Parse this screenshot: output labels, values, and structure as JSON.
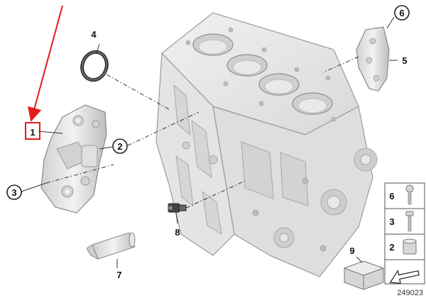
{
  "callouts": {
    "c1": "1",
    "c2": "2",
    "c3": "3",
    "c4": "4",
    "c5": "5",
    "c6": "6",
    "c7": "7",
    "c8": "8",
    "c9": "9"
  },
  "legend": {
    "row1": "6",
    "row2": "3",
    "row3": "2"
  },
  "reference_number": "249023",
  "colors": {
    "highlight": "#e21b1b",
    "block_fill": "#e6e6e6",
    "block_stroke": "#9a9a9a"
  }
}
